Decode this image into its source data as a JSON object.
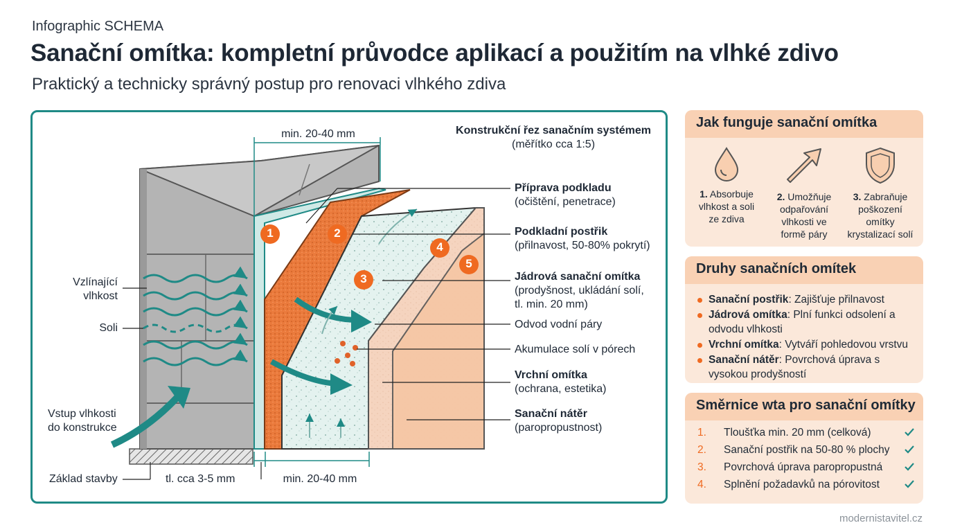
{
  "header": {
    "eyebrow": "Infographic SCHEMA",
    "title": "Sanační omítka: kompletní průvodce aplikací a použitím na vlhké zdivo",
    "subtitle": "Praktický a technicky správný postup pro renovaci vlhkého zdiva"
  },
  "diagram": {
    "caption_title": "Konstrukční řez sanačním systémem",
    "caption_scale": "(měřítko cca 1:5)",
    "dim_top": "min. 20-40 mm",
    "dim_bottom_thin": "tl. cca 3-5 mm",
    "dim_bottom": "min. 20-40 mm",
    "badges": [
      "1",
      "2",
      "3",
      "4",
      "5"
    ],
    "left_labels": {
      "moisture_rising_1": "Vzlínající",
      "moisture_rising_2": "vlhkost",
      "salts": "Soli",
      "moisture_entry_1": "Vstup vlhkosti",
      "moisture_entry_2": "do konstrukce",
      "foundation": "Základ stavby"
    },
    "right_labels": {
      "prep_title": "Příprava podkladu",
      "prep_note": "(očištění, penetrace)",
      "spray_title": "Podkladní postřik",
      "spray_note": "(přilnavost, 50-80% pokrytí)",
      "core_title": "Jádrová sanační omítka",
      "core_note_1": "(prodyšnost, ukládání solí,",
      "core_note_2": "tl. min. 20 mm)",
      "vapor": "Odvod vodní páry",
      "salt_accumulation": "Akumulace solí v pórech",
      "top_title": "Vrchní omítka",
      "top_note": "(ochrana, estetika)",
      "coat_title": "Sanační nátěr",
      "coat_note": "(paropropustnost)"
    }
  },
  "how_it_works": {
    "heading": "Jak funguje sanační omítka",
    "items": [
      {
        "num": "1.",
        "line1": "Absorbuje",
        "line2": "vlhkost a soli",
        "line3": "ze zdiva",
        "line4": "",
        "icon": "droplet-icon"
      },
      {
        "num": "2.",
        "line1": "Umožňuje",
        "line2": "odpařování",
        "line3": "vlhkosti ve",
        "line4": "formě páry",
        "icon": "arrow-up-right-icon"
      },
      {
        "num": "3.",
        "line1": "Zabraňuje",
        "line2": "poškození",
        "line3": "omítky",
        "line4": "krystalizací solí",
        "icon": "shield-icon"
      }
    ]
  },
  "types": {
    "heading": "Druhy sanačních omítek",
    "items": [
      {
        "name": "Sanační postřik",
        "desc": ": Zajišťuje přilnavost"
      },
      {
        "name": "Jádrová omítka",
        "desc": ": Plní funkci odsolení a odvodu vlhkosti"
      },
      {
        "name": "Vrchní omítka",
        "desc": ": Vytváří pohledovou vrstvu"
      },
      {
        "name": "Sanační nátěr",
        "desc": ": Povrchová úprava s vysokou prodyšností"
      }
    ]
  },
  "guidelines": {
    "heading": "Směrnice wta pro sanační omítky",
    "items": [
      {
        "num": "1.",
        "text": "Tloušťka min. 20 mm (celková)"
      },
      {
        "num": "2.",
        "text": "Sanační postřik na 50-80 % plochy"
      },
      {
        "num": "3.",
        "text": "Povrchová úprava paropropustná"
      },
      {
        "num": "4.",
        "text": "Splnění požadavků na pórovitost"
      }
    ]
  },
  "footer": {
    "site": "modernistavitel.cz"
  },
  "colors": {
    "teal": "#1f8a86",
    "orange": "#ef6a21",
    "stone": "#9c9c9c",
    "card_bg": "#fbe8da",
    "card_head": "#f9d1b4"
  }
}
